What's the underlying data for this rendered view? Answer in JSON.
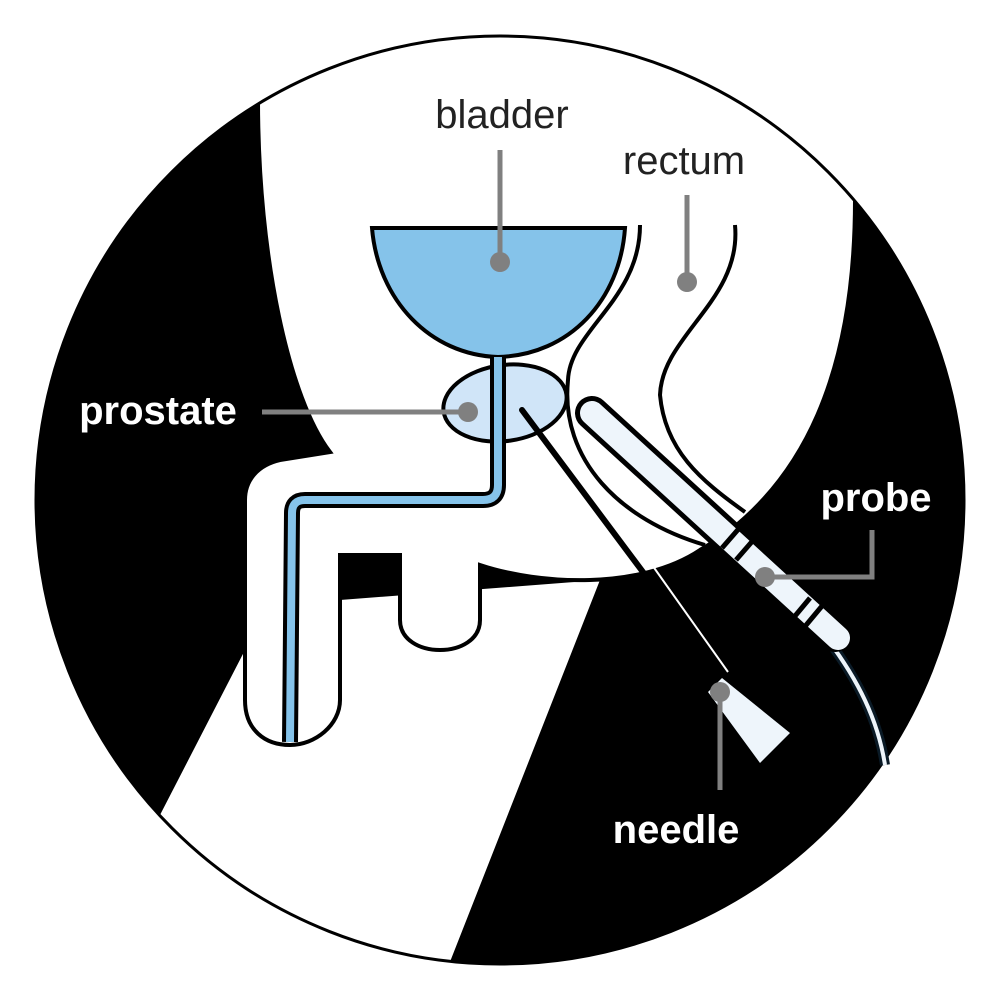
{
  "labels": {
    "bladder": "bladder",
    "rectum": "rectum",
    "prostate": "prostate",
    "probe": "probe",
    "needle": "needle"
  },
  "colors": {
    "bladder": "#85c3ea",
    "prostate": "#d0e5f8",
    "instrument": "#eef5fb",
    "pointer": "#808080"
  }
}
